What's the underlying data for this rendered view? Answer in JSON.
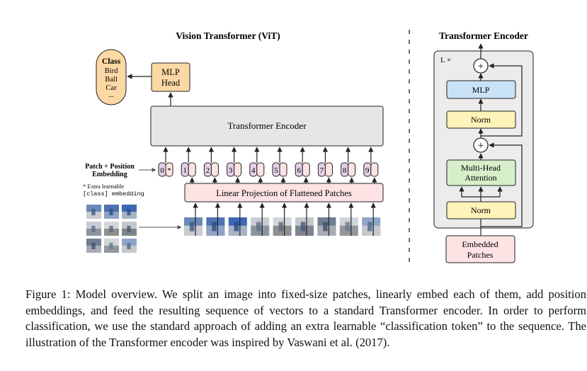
{
  "vit": {
    "title": "Vision Transformer (ViT)",
    "class_box": {
      "title": "Class",
      "items": [
        "Bird",
        "Ball",
        "Car",
        "..."
      ]
    },
    "mlp_head": [
      "MLP",
      "Head"
    ],
    "encoder_label": "Transformer Encoder",
    "patch_pos_label": [
      "Patch + Position",
      "Embedding"
    ],
    "extra_note": [
      "* Extra learnable",
      "[class] embedding"
    ],
    "linear_projection": "Linear Projection of Flattened Patches",
    "tokens": [
      "0*",
      "1",
      "2",
      "3",
      "4",
      "5",
      "6",
      "7",
      "8",
      "9"
    ]
  },
  "encoder": {
    "title": "Transformer Encoder",
    "repeat": "L ×",
    "mlp": "MLP",
    "norm_top": "Norm",
    "mha": [
      "Multi-Head",
      "Attention"
    ],
    "norm_bottom": "Norm",
    "plus": "+",
    "embedded": [
      "Embedded",
      "Patches"
    ]
  },
  "colors": {
    "class_fill": "#fcd9a4",
    "mlp_head_fill": "#fcd9a4",
    "encoder_fill": "#e6e6e6",
    "token_fill": "#e3d0e8",
    "pos_fill": "#fde3e3",
    "projection_fill": "#fde3e3",
    "mlp_fill": "#c9e2f6",
    "norm_fill": "#fef3b8",
    "mha_fill": "#d6efc9",
    "embedded_fill": "#fde3e3",
    "panel_fill": "#ececec"
  },
  "caption": "Figure 1: Model overview. We split an image into fixed-size patches, linearly embed each of them, add position embeddings, and feed the resulting sequence of vectors to a standard Transformer encoder. In order to perform classification, we use the standard approach of adding an extra learnable “classification token” to the sequence. The illustration of the Transformer encoder was inspired by Vaswani et al. (2017)."
}
